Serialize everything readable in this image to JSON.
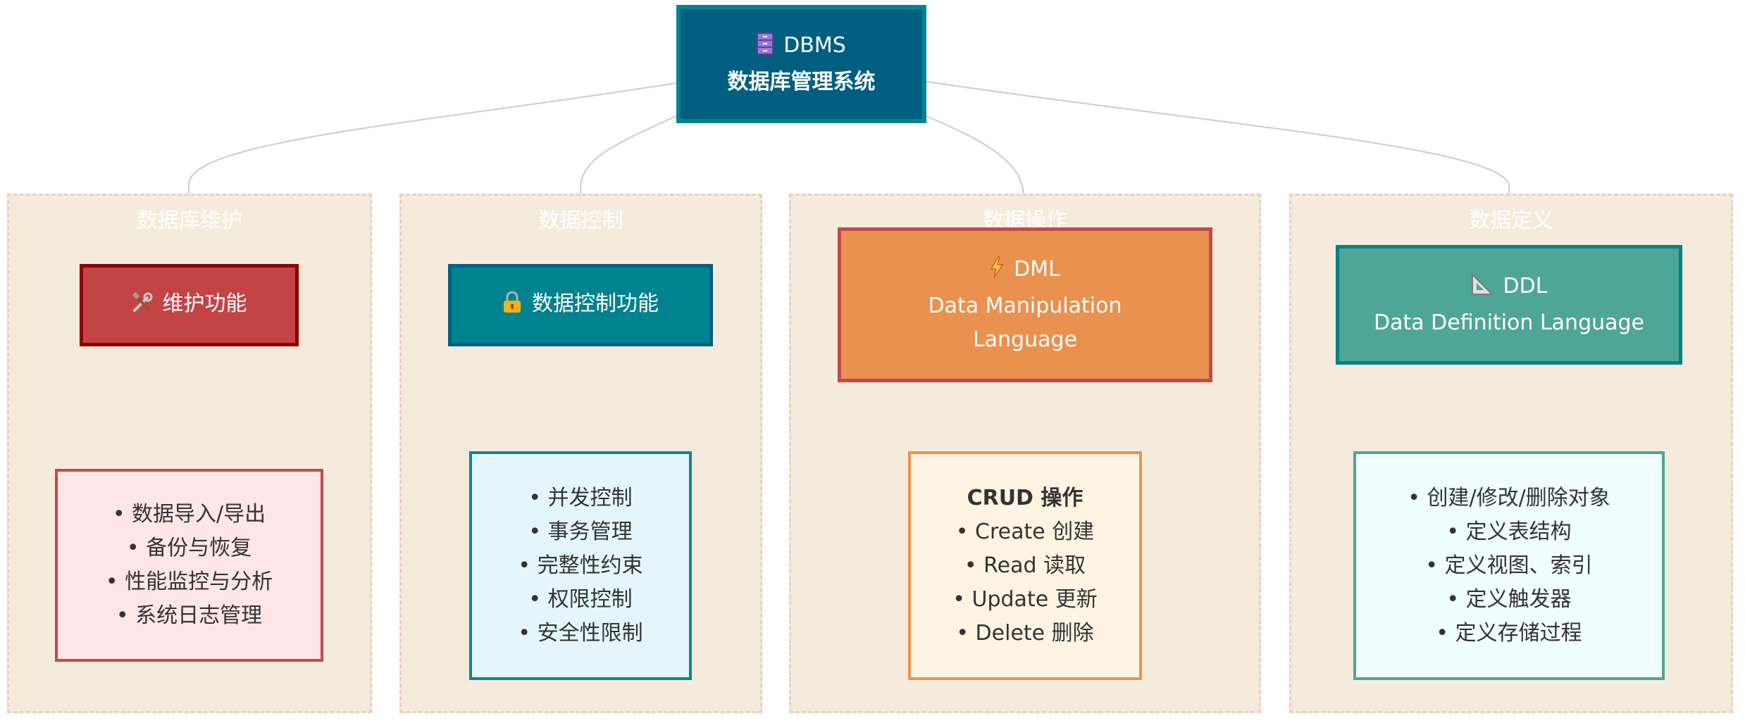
{
  "colors": {
    "cluster_fill": "#f5ebdd",
    "cluster_border": "#f3cdbd",
    "edge": "#cccccc",
    "root_fill": "#005f80",
    "maint_fill": "#c44446",
    "ctrl_fill": "#00828f",
    "dml_fill": "#e9914f",
    "ddl_fill": "#4ea696"
  },
  "root": {
    "icon": "file-cabinet-icon",
    "title": "DBMS",
    "subtitle": "数据库管理系统"
  },
  "clusters": {
    "maintenance": {
      "label": "数据库维护"
    },
    "control": {
      "label": "数据控制"
    },
    "manipulation": {
      "label": "数据操作"
    },
    "definition": {
      "label": "数据定义"
    }
  },
  "nodes": {
    "maintenance": {
      "icon": "tools-icon",
      "title": "维护功能"
    },
    "control": {
      "icon": "lock-icon",
      "title": "数据控制功能"
    },
    "dml": {
      "icon": "lightning-icon",
      "title": "DML",
      "line2": "Data Manipulation",
      "line3": "Language"
    },
    "ddl": {
      "icon": "triangle-ruler-icon",
      "title": "DDL",
      "line2": "Data Definition Language"
    }
  },
  "lists": {
    "maintenance": [
      "• 数据导入/导出",
      "• 备份与恢复",
      "• 性能监控与分析",
      "• 系统日志管理"
    ],
    "control": [
      "• 并发控制",
      "• 事务管理",
      "• 完整性约束",
      "• 权限控制",
      "• 安全性限制"
    ],
    "dml": {
      "heading": "CRUD 操作",
      "items": [
        "• Create 创建",
        "• Read 读取",
        "• Update 更新",
        "• Delete 删除"
      ]
    },
    "ddl": [
      "• 创建/修改/删除对象",
      "• 定义表结构",
      "• 定义视图、索引",
      "• 定义触发器",
      "• 定义存储过程"
    ]
  }
}
